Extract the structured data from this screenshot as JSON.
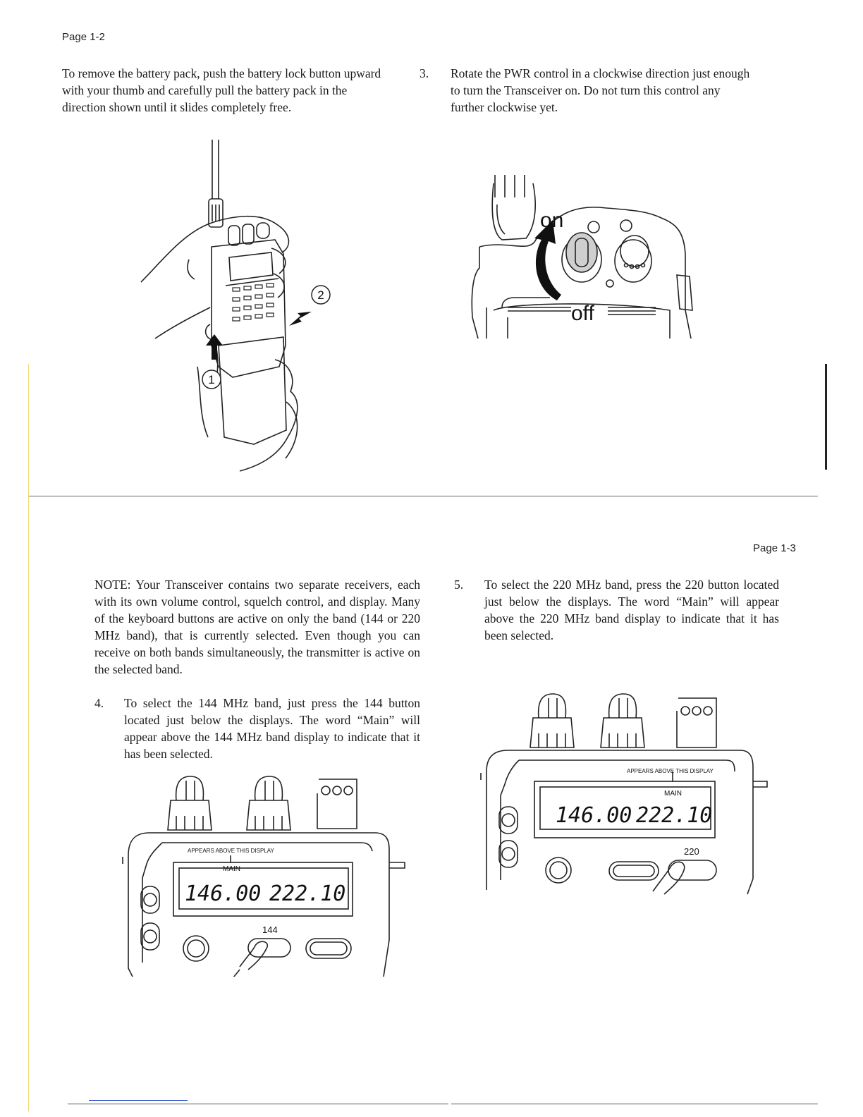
{
  "top": {
    "page_label": "Page 1-2",
    "left_paragraph": "To remove the battery pack, push the battery lock button upward with your thumb and carefully pull the battery pack in the direction shown until it slides completely free.",
    "step3_number": "3.",
    "step3_text": "Rotate the PWR control in a clockwise direction just enough to turn the Transceiver on. Do not turn this control any further clockwise yet.",
    "fig_battery": {
      "callout_1": "1",
      "callout_2": "2"
    },
    "fig_power": {
      "label_on": "on",
      "label_off": "off"
    }
  },
  "bottom": {
    "page_label": "Page 1-3",
    "note_text": "NOTE: Your Transceiver contains two separate receivers, each with its own volume control, squelch control, and display. Many of the keyboard buttons are active on only the band (144 or 220 MHz band), that is currently selected. Even though you can receive on both bands simultaneously, the transmitter is active on the selected band.",
    "step4_number": "4.",
    "step4_text": "To select the 144 MHz band, just press the 144 button located just below the displays. The word “Main” will appear above the 144 MHz band display to indicate that it has been selected.",
    "step5_number": "5.",
    "step5_text": "To select the 220 MHz band, press the 220 button located just below the displays. The word “Main” will appear above the 220 MHz band display to indicate that it has been selected.",
    "fig_144": {
      "caption": "APPEARS ABOVE THIS DISPLAY",
      "main_label": "MAIN",
      "freq_left": "146.00",
      "freq_right": "222.10",
      "button_label": "144"
    },
    "fig_220": {
      "caption": "APPEARS ABOVE THIS DISPLAY",
      "main_label": "MAIN",
      "freq_left": "146.00",
      "freq_right": "222.10",
      "button_label": "220"
    }
  }
}
